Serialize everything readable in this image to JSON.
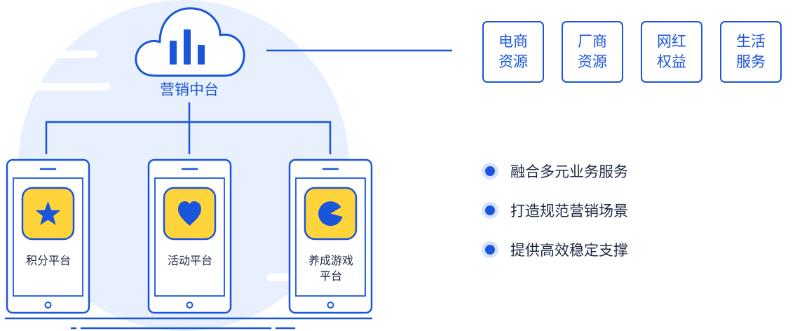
{
  "colors": {
    "primary": "#1a56db",
    "accent_yellow": "#ffd43b",
    "background_circle": "#e8effd",
    "text_dark": "#1f2a44"
  },
  "cloud": {
    "icon": "bar-chart-cloud-icon",
    "label": "营销中台"
  },
  "platforms": [
    {
      "icon": "star-icon",
      "label": "积分平台"
    },
    {
      "icon": "heart-icon",
      "label": "活动平台"
    },
    {
      "icon": "pacman-icon",
      "label": "养成游戏\n平台"
    }
  ],
  "resources": [
    {
      "label": "电商\n资源"
    },
    {
      "label": "厂商\n资源"
    },
    {
      "label": "网红\n权益"
    },
    {
      "label": "生活\n服务"
    }
  ],
  "features": [
    {
      "label": "融合多元业务服务"
    },
    {
      "label": "打造规范营销场景"
    },
    {
      "label": "提供高效稳定支撑"
    }
  ]
}
